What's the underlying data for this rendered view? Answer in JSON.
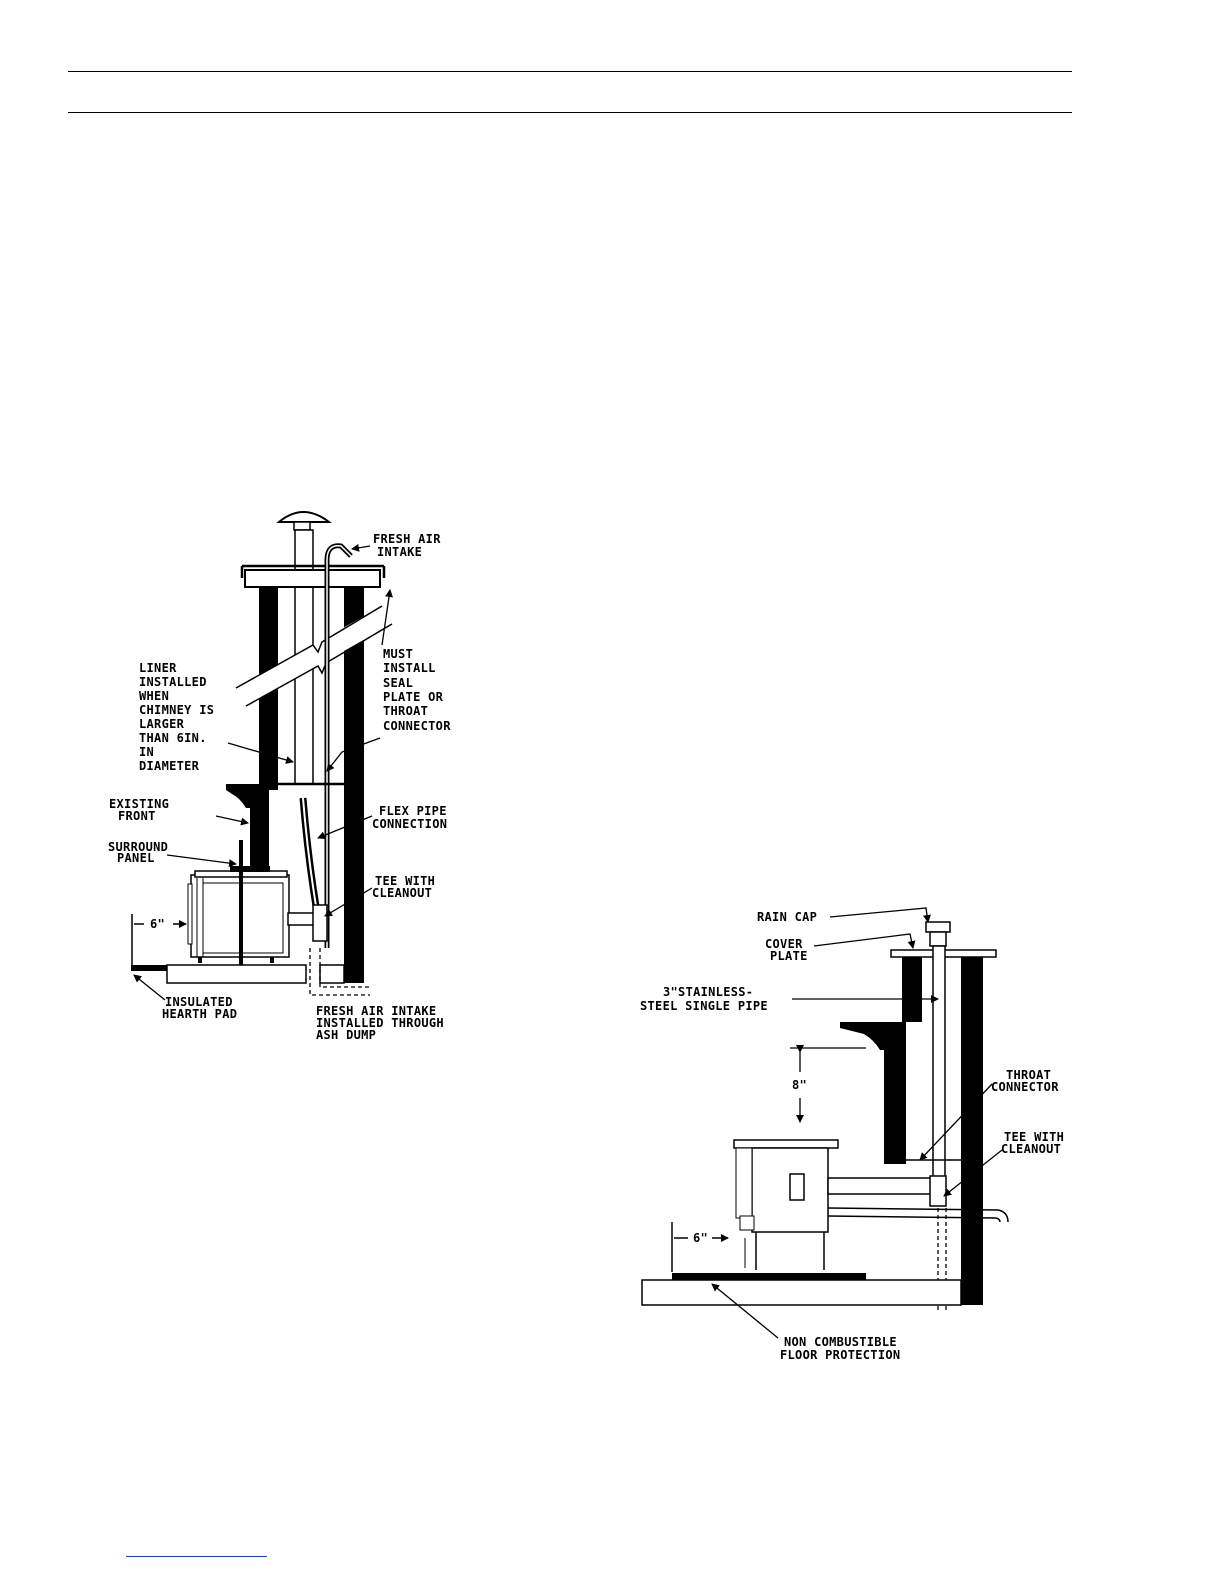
{
  "diagram_left": {
    "labels": {
      "fresh_air_intake": [
        "FRESH AIR",
        "INTAKE"
      ],
      "must_install": [
        "MUST",
        "INSTALL",
        "SEAL",
        "PLATE OR",
        "THROAT",
        "CONNECTOR"
      ],
      "liner": [
        "LINER",
        "INSTALLED",
        "WHEN",
        "CHIMNEY IS",
        "LARGER",
        "THAN 6IN.",
        "IN",
        "DIAMETER"
      ],
      "existing_front": [
        "EXISTING",
        "FRONT"
      ],
      "flex_pipe": [
        "FLEX PIPE",
        "CONNECTION"
      ],
      "surround_panel": [
        "SURROUND",
        "PANEL"
      ],
      "tee_cleanout": [
        "TEE WITH",
        "CLEANOUT"
      ],
      "clearance": "6\"",
      "hearth_pad": [
        "INSULATED",
        "HEARTH PAD"
      ],
      "ash_dump": [
        "FRESH AIR INTAKE",
        "INSTALLED THROUGH",
        "ASH DUMP"
      ]
    }
  },
  "diagram_right": {
    "labels": {
      "rain_cap": "RAIN CAP",
      "cover_plate": [
        "COVER",
        "PLATE"
      ],
      "pipe": [
        "3\"STAINLESS-",
        "STEEL SINGLE PIPE"
      ],
      "height": "8\"",
      "throat_connector": [
        "THROAT",
        "CONNECTOR"
      ],
      "tee_cleanout": [
        "TEE WITH",
        "CLEANOUT"
      ],
      "clearance": "6\"",
      "floor_protection": [
        "NON COMBUSTIBLE",
        "FLOOR PROTECTION"
      ]
    }
  }
}
